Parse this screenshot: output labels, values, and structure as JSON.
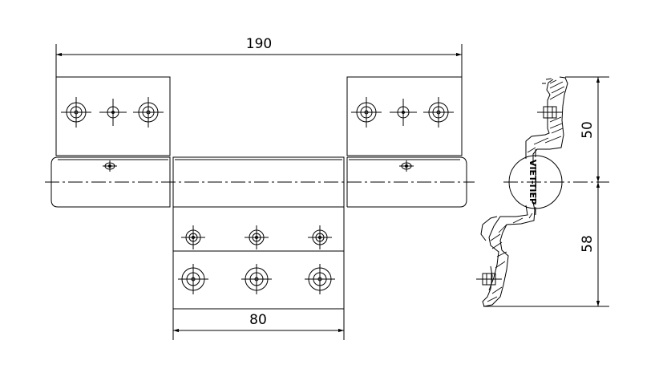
{
  "drawing": {
    "dimensions": {
      "overall_width": "190",
      "center_leaf_width": "80",
      "upper_height": "50",
      "lower_height": "58"
    },
    "brand_mark": "VIET-TIEP"
  }
}
